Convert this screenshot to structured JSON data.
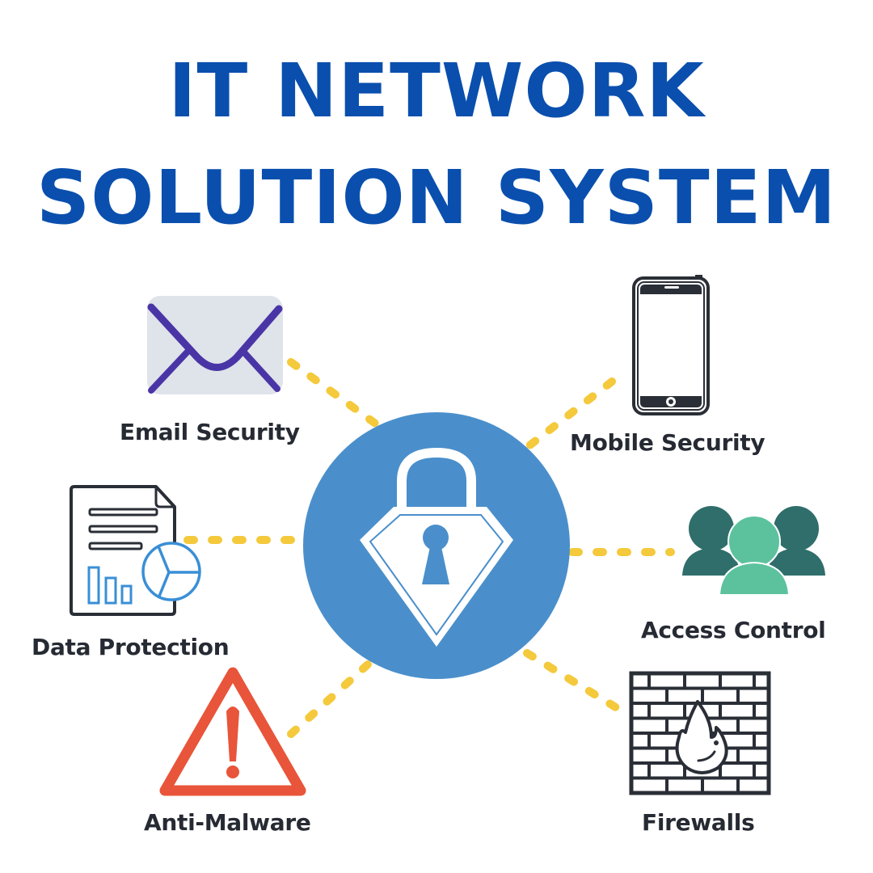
{
  "title": {
    "line1": "IT NETWORK",
    "line2": "SOLUTION SYSTEM"
  },
  "colors": {
    "title": "#0a4fae",
    "hub": "#4a8fcb",
    "connector": "#f4c93c",
    "label": "#262a33",
    "email_envelope": "#dfe3ea",
    "email_flap": "#4a35a6",
    "access_back": "#2f6e6a",
    "access_front": "#5cc29e",
    "warning": "#e8553a",
    "data_chart": "#3a8fd6",
    "outline": "#2a2e36"
  },
  "hub": {
    "icon": "diamond-padlock-icon"
  },
  "nodes": [
    {
      "id": "email",
      "label": "Email Security",
      "icon": "envelope-icon"
    },
    {
      "id": "mobile",
      "label": "Mobile Security",
      "icon": "smartphone-icon"
    },
    {
      "id": "data",
      "label": "Data Protection",
      "icon": "document-chart-icon"
    },
    {
      "id": "access",
      "label": "Access Control",
      "icon": "user-group-icon"
    },
    {
      "id": "malware",
      "label": "Anti-Malware",
      "icon": "warning-triangle-icon"
    },
    {
      "id": "firewall",
      "label": "Firewalls",
      "icon": "brick-wall-fire-icon"
    }
  ]
}
